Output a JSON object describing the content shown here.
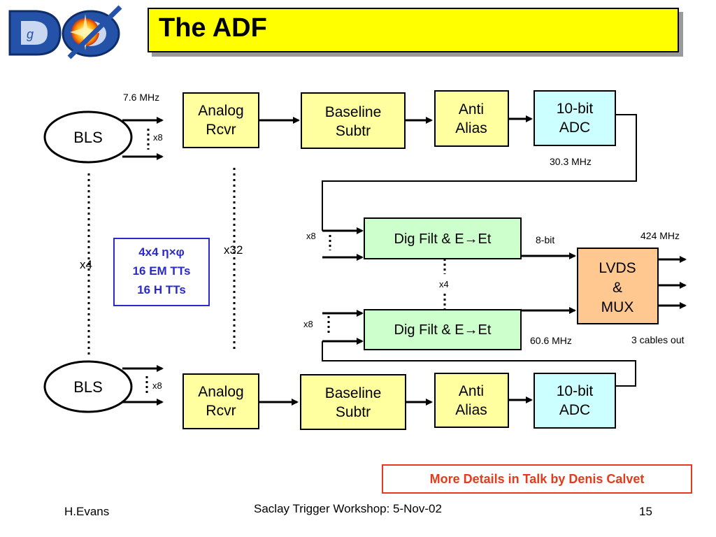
{
  "title": "The ADF",
  "logo_text": "DØ",
  "colors": {
    "block_yellow": "#ffffa0",
    "block_cyan": "#ccffff",
    "block_green": "#ccffcc",
    "block_orange": "#ffc890",
    "title_yellow": "#ffff00",
    "count_box": "#2a2ac8",
    "note": "#e63a1a"
  },
  "top_chain": {
    "bls": "BLS",
    "freq_in": "7.6 MHz",
    "fanout": "x8",
    "analog": [
      "Analog",
      "Rcvr"
    ],
    "baseline": [
      "Baseline",
      "Subtr"
    ],
    "antialias": [
      "Anti",
      "Alias"
    ],
    "adc": [
      "10-bit",
      "ADC"
    ],
    "adc_freq": "30.3 MHz"
  },
  "bottom_chain": {
    "bls": "BLS",
    "fanout": "x8",
    "analog": [
      "Analog",
      "Rcvr"
    ],
    "baseline": [
      "Baseline",
      "Subtr"
    ],
    "antialias": [
      "Anti",
      "Alias"
    ],
    "adc": [
      "10-bit",
      "ADC"
    ]
  },
  "bls_repeat": "x4",
  "rcvr_repeat": "x32",
  "count_box": [
    "4x4 η×φ",
    "16 EM TTs",
    "16 H TTs"
  ],
  "dig_filter": {
    "label": "Dig Filt & E→Et",
    "fanin_top": "x8",
    "fanin_bottom": "x8",
    "repeat": "x4",
    "bits": "8-bit",
    "freq": "60.6 MHz"
  },
  "lvds": {
    "lines": [
      "LVDS",
      "&",
      "MUX"
    ],
    "freq": "424 MHz",
    "cables": "3 cables out"
  },
  "note": "More Details in Talk by Denis Calvet",
  "footer": {
    "author": "H.Evans",
    "event": "Saclay Trigger Workshop: 5-Nov-02",
    "page": "15"
  }
}
